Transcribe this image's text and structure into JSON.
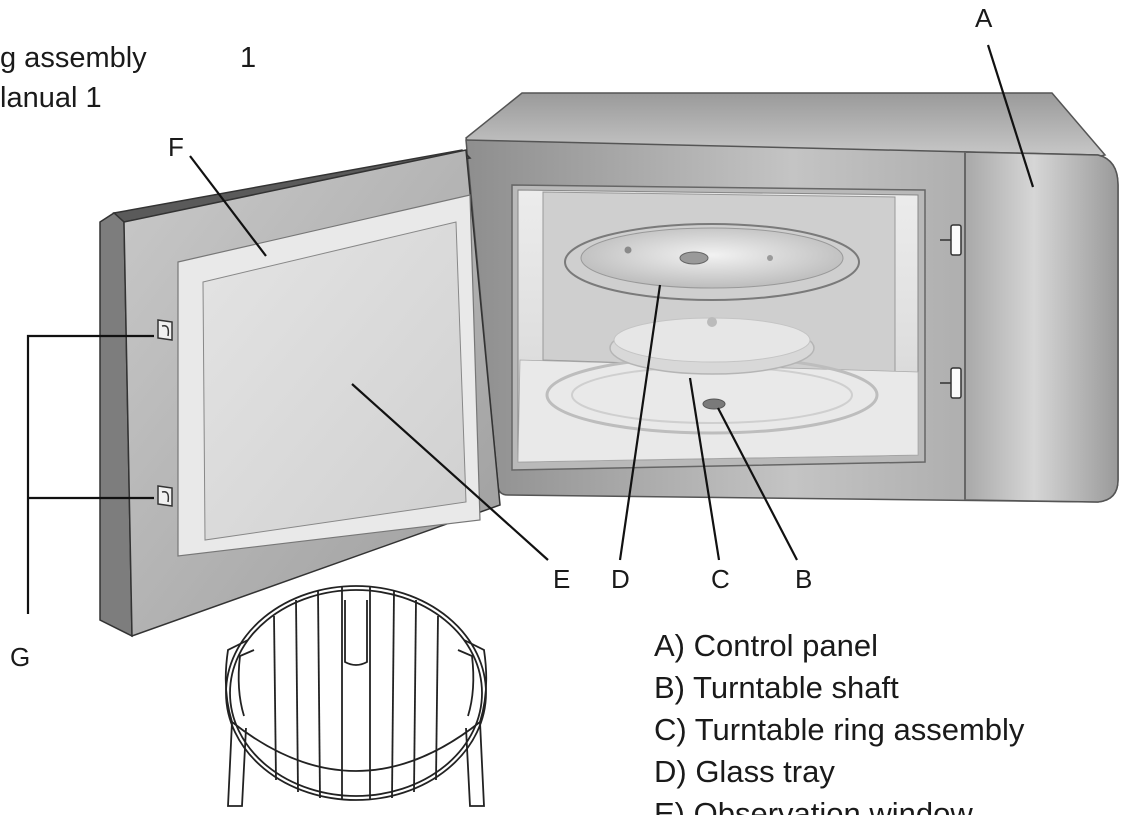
{
  "top_left_text": {
    "line1": "g assembly",
    "line1_qty": "1",
    "line2": "lanual 1"
  },
  "callouts": {
    "A": "A",
    "B": "B",
    "C": "C",
    "D": "D",
    "E": "E",
    "F": "F",
    "G": "G"
  },
  "legend": {
    "items": [
      "A) Control panel",
      "B) Turntable shaft",
      "C) Turntable ring assembly",
      "D) Glass tray",
      "E) Observation window"
    ]
  }
}
